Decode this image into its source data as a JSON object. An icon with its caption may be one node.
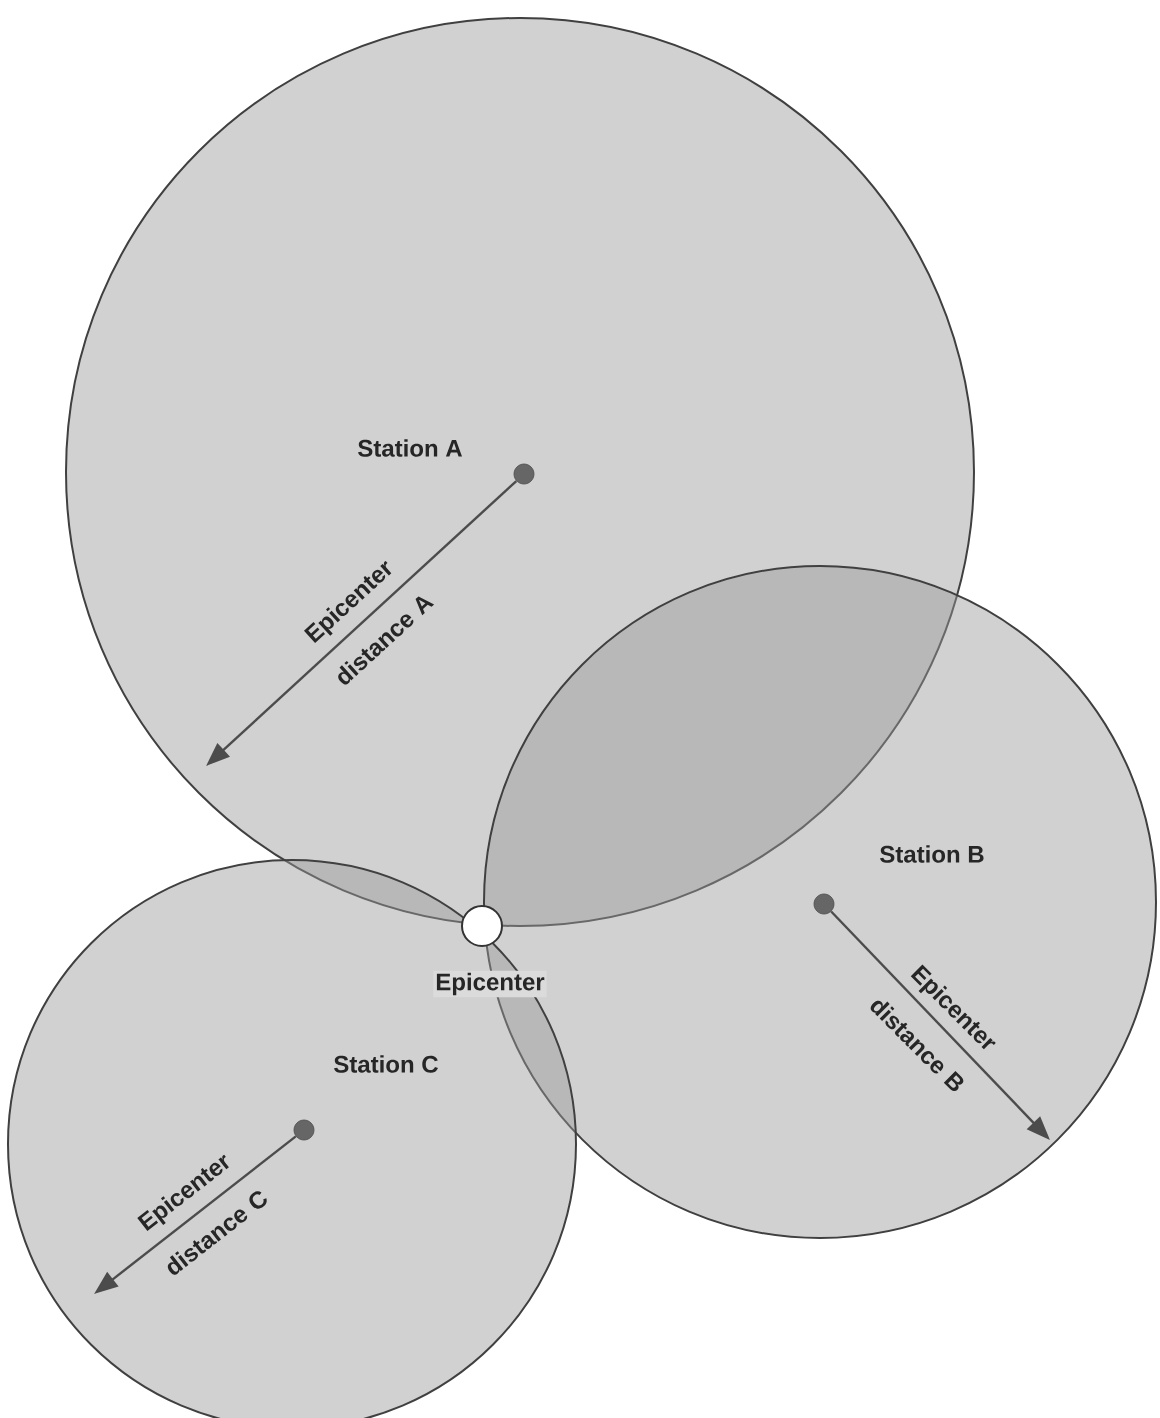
{
  "diagram": {
    "nodes": [
      {
        "text": [],
        "shape": "circle"
      },
      {
        "text": [],
        "shape": "circle",
        "beside": [
          "Station A"
        ],
        "in": 0
      },
      {
        "text": [],
        "shape": "circle"
      },
      {
        "text": [],
        "shape": "circle",
        "beside": [
          "Station B"
        ],
        "in": 2
      },
      {
        "text": [],
        "shape": "circle"
      },
      {
        "text": [],
        "shape": "circle",
        "beside": [
          "Station C"
        ],
        "in": 4
      },
      {
        "text": [],
        "shape": "circle",
        "beside": [
          "Epicenter"
        ]
      }
    ],
    "edges": [
      {
        "from": 1,
        "to": null,
        "arrow": "to",
        "label": "Epicenter distance A"
      },
      {
        "from": 3,
        "to": null,
        "arrow": "to",
        "label": "Epicenter distance B"
      },
      {
        "from": 5,
        "to": null,
        "arrow": "to",
        "label": "Epicenter distance C"
      }
    ]
  }
}
